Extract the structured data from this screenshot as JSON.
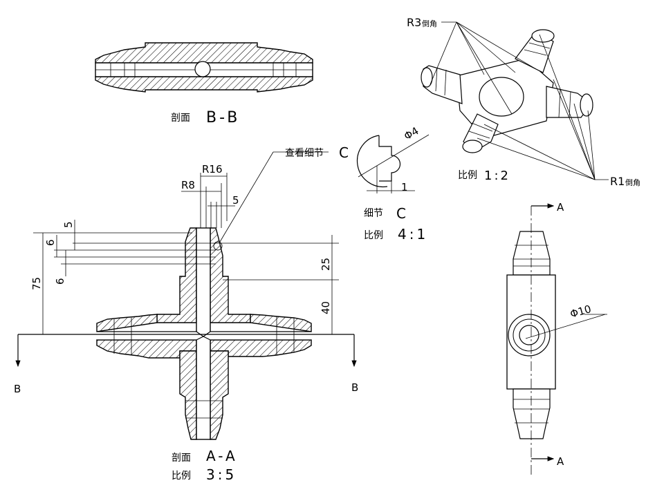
{
  "section_bb": {
    "label": "剖面",
    "name": "B-B"
  },
  "section_aa": {
    "label": "剖面",
    "name": "A-A",
    "scale_label": "比例",
    "scale_value": "3:5"
  },
  "detail_c": {
    "label": "细节",
    "name": "C",
    "scale_label": "比例",
    "scale_value": "4:1",
    "callout": "查看细节",
    "callout_letter": "C",
    "letter": "C",
    "dim_phi": "Φ4",
    "dim_one": "1"
  },
  "iso_view": {
    "scale_label": "比例",
    "scale_value": "1:2",
    "fillet_r3": "R3",
    "fillet_r3_text": "倒角",
    "fillet_r1": "R1",
    "fillet_r1_text": "倒角"
  },
  "front_view": {
    "phi": "Φ10",
    "section_top": "A",
    "section_bottom": "A"
  },
  "dims": {
    "r16": "R16",
    "r8": "R8",
    "d5_top": "5",
    "d5_left": "5",
    "d6_a": "6",
    "d6_b": "6",
    "d75": "75",
    "d25": "25",
    "d40": "40",
    "b_left": "B",
    "b_right": "B"
  }
}
